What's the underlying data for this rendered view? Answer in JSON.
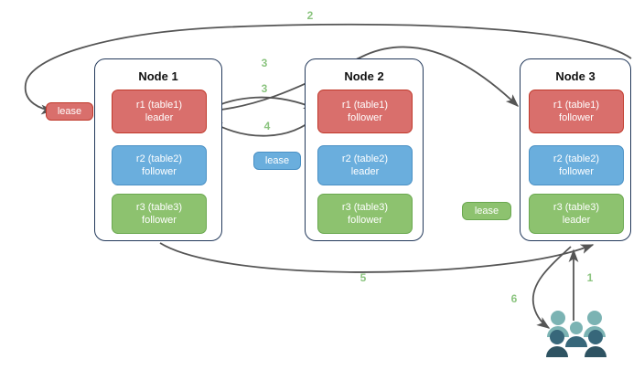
{
  "diagram": {
    "title": "raft-lease-replica-placement",
    "colors": {
      "red": "#d96f6c",
      "red_border": "#c0392b",
      "blue": "#6aaedd",
      "blue_border": "#4a90c4",
      "green": "#8dc26f",
      "green_border": "#6aa84f",
      "node_border": "#23395b",
      "edge": "#555555",
      "label": "#8bc47f",
      "users_light": "#7bb3b3",
      "users_dark": "#2e5362"
    }
  },
  "nodes": [
    {
      "name": "node-1",
      "title": "Node 1",
      "replicas": [
        {
          "name": "replica-r1",
          "line1": "r1 (table1)",
          "line2": "leader",
          "color": "red"
        },
        {
          "name": "replica-r2",
          "line1": "r2 (table2)",
          "line2": "follower",
          "color": "blue"
        },
        {
          "name": "replica-r3",
          "line1": "r3 (table3)",
          "line2": "follower",
          "color": "green"
        }
      ]
    },
    {
      "name": "node-2",
      "title": "Node 2",
      "replicas": [
        {
          "name": "replica-r1",
          "line1": "r1 (table1)",
          "line2": "follower",
          "color": "red"
        },
        {
          "name": "replica-r2",
          "line1": "r2 (table2)",
          "line2": "leader",
          "color": "blue"
        },
        {
          "name": "replica-r3",
          "line1": "r3 (table3)",
          "line2": "follower",
          "color": "green"
        }
      ]
    },
    {
      "name": "node-3",
      "title": "Node 3",
      "replicas": [
        {
          "name": "replica-r1",
          "line1": "r1 (table1)",
          "line2": "follower",
          "color": "red"
        },
        {
          "name": "replica-r2",
          "line1": "r2 (table2)",
          "line2": "follower",
          "color": "blue"
        },
        {
          "name": "replica-r3",
          "line1": "r3 (table3)",
          "line2": "leader",
          "color": "green"
        }
      ]
    }
  ],
  "leases": [
    {
      "name": "lease-r1",
      "label": "lease",
      "color": "red"
    },
    {
      "name": "lease-r2",
      "label": "lease",
      "color": "blue"
    },
    {
      "name": "lease-r3",
      "label": "lease",
      "color": "green"
    }
  ],
  "edge_labels": [
    {
      "name": "edge-label-1",
      "text": "1"
    },
    {
      "name": "edge-label-2",
      "text": "2"
    },
    {
      "name": "edge-label-3a",
      "text": "3"
    },
    {
      "name": "edge-label-3b",
      "text": "3"
    },
    {
      "name": "edge-label-4",
      "text": "4"
    },
    {
      "name": "edge-label-5",
      "text": "5"
    },
    {
      "name": "edge-label-6",
      "text": "6"
    }
  ],
  "actors": {
    "users_icon_label": "users-icon"
  }
}
